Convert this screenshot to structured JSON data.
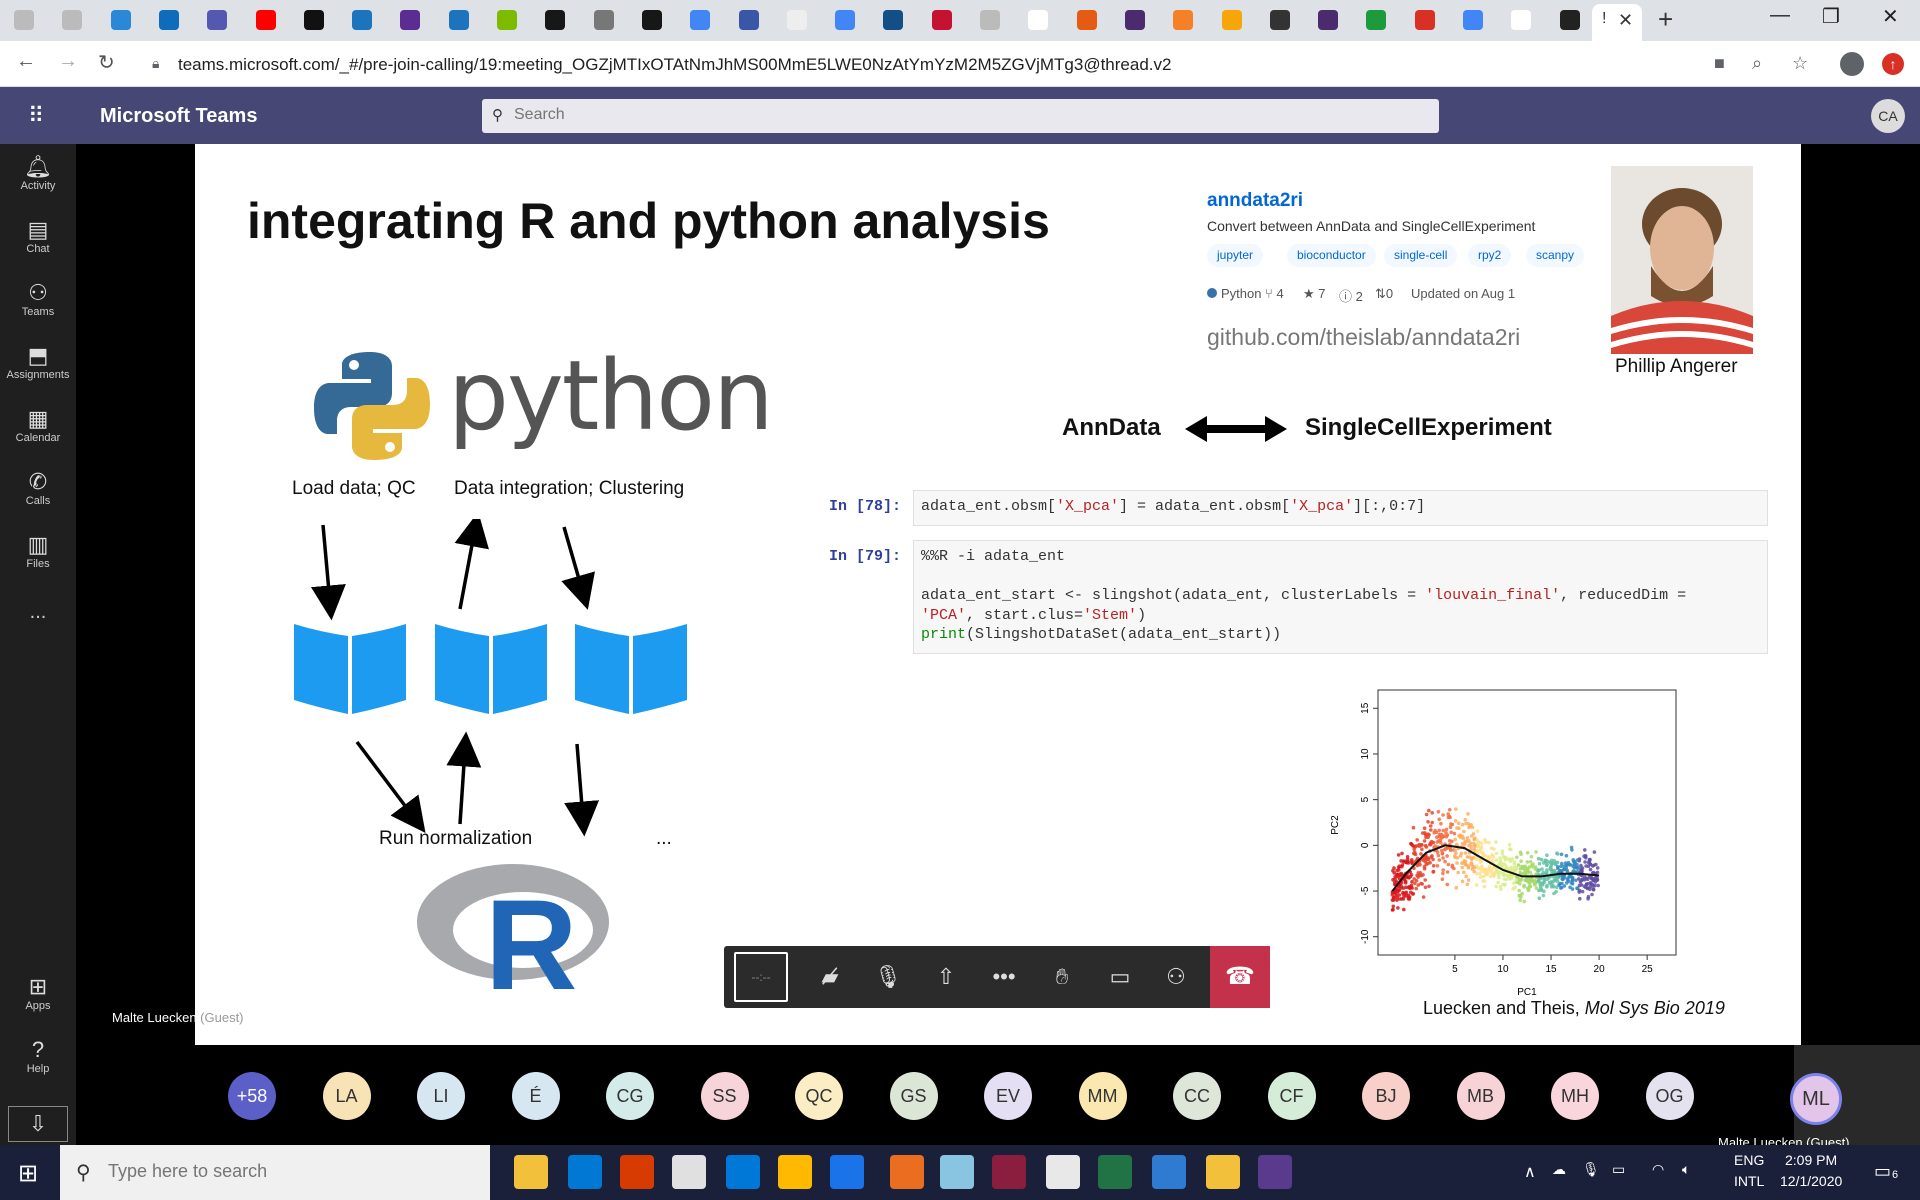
{
  "browser": {
    "url": "teams.microsoft.com/_#/pre-join-calling/19:meeting_OGZjMTIxOTAtNmJhMS00MmE5LWE0NzAtYmYzM2M5ZGVjMTg3@thread.v2",
    "active_tab_label": "!",
    "new_tab_icon": "+",
    "tab_colors": [
      "#bbbbbb",
      "#bbbbbb",
      "#2b88d8",
      "#0f6cbd",
      "#5558af",
      "#ff0000",
      "#111111",
      "#1c75bc",
      "#5c2d91",
      "#1c75bc",
      "#7cbb00",
      "#181717",
      "#777777",
      "#181717",
      "#4285f4",
      "#3956a7",
      "#eeeeee",
      "#4285f4",
      "#134e86",
      "#c41230",
      "#bbbbbb",
      "#ffffff",
      "#e55b13",
      "#4b2a6e",
      "#f58025",
      "#f7a60a",
      "#333333",
      "#4b2a6e",
      "#1d9a3b",
      "#d93025",
      "#4285f4",
      "#ffffff",
      "#222222"
    ]
  },
  "teams": {
    "app_title": "Microsoft Teams",
    "search_placeholder": "Search",
    "user_initials": "CA",
    "rail": [
      {
        "label": "Activity",
        "icon": "bell-icon"
      },
      {
        "label": "Chat",
        "icon": "chat-icon"
      },
      {
        "label": "Teams",
        "icon": "teams-icon"
      },
      {
        "label": "Assignments",
        "icon": "assignments-icon"
      },
      {
        "label": "Calendar",
        "icon": "calendar-icon"
      },
      {
        "label": "Calls",
        "icon": "phone-icon"
      },
      {
        "label": "Files",
        "icon": "file-icon"
      },
      {
        "label": "...",
        "icon": "more-icon"
      }
    ],
    "rail_bottom": [
      {
        "label": "Apps",
        "icon": "apps-icon"
      },
      {
        "label": "Help",
        "icon": "help-icon"
      }
    ]
  },
  "slide": {
    "title": "integrating R and python analysis",
    "python_word": "python",
    "label_load": "Load data; QC",
    "label_integration": "Data integration; Clustering",
    "label_norm": "Run normalization",
    "label_dots": "...",
    "r_letter": "R",
    "github": {
      "name": "anndata2ri",
      "desc": "Convert between AnnData and SingleCellExperiment",
      "topics": [
        "jupyter",
        "bioconductor",
        "single-cell",
        "rpy2",
        "scanpy"
      ],
      "lang": "Python",
      "forks": "4",
      "stars": "7",
      "issues": "2",
      "prs": "0",
      "updated": "Updated on Aug 1",
      "url": "github.com/theislab/anndata2ri"
    },
    "photo_name": "Phillip Angerer",
    "anndata": "AnnData",
    "sce": "SingleCellExperiment",
    "cell1_prompt": "In [78]:",
    "cell2_prompt": "In [79]:",
    "cell1_code_a": "adata_ent.obsm[",
    "cell1_str_a": "'X_pca'",
    "cell1_code_b": "] = adata_ent.obsm[",
    "cell1_str_b": "'X_pca'",
    "cell1_code_c": "][:,0:7]",
    "cell2_line1": "%%R -i adata_ent",
    "cell2_line2a": "adata_ent_start <- slingshot(adata_ent, clusterLabels = ",
    "cell2_str1": "'louvain_final'",
    "cell2_line2b": ", reducedDim =",
    "cell2_str2": "'PCA'",
    "cell2_line3a": ", start.clus=",
    "cell2_str3": "'Stem'",
    "cell2_line3b": ")",
    "cell2_kw": "print",
    "cell2_line4": "(SlingshotDataSet(adata_ent_start))",
    "citation_plain": "Luecken and Theis, ",
    "citation_italic": "Mol Sys Bio 2019"
  },
  "chart_data": {
    "type": "scatter",
    "title": "",
    "xlabel": "PC1",
    "ylabel": "PC2",
    "xlim": [
      -3,
      28
    ],
    "ylim": [
      -12,
      17
    ],
    "xticks": [
      "5",
      "10",
      "15",
      "20",
      "25"
    ],
    "yticks": [
      "15",
      "10",
      "5",
      "0",
      "-5",
      "-10"
    ],
    "curve": [
      [
        -1.5,
        -5
      ],
      [
        0,
        -3
      ],
      [
        2,
        -0.8
      ],
      [
        4,
        0
      ],
      [
        6,
        -0.3
      ],
      [
        8,
        -1.5
      ],
      [
        10,
        -2.7
      ],
      [
        12,
        -3.4
      ],
      [
        14,
        -3.4
      ],
      [
        16,
        -3.1
      ],
      [
        18,
        -3.1
      ],
      [
        20,
        -3.3
      ]
    ]
  },
  "call": {
    "presenter_caption": "Malte Luecken",
    "presenter_suffix": " (Guest)",
    "timer": "--:--",
    "controls": [
      "camera-off-icon",
      "mic-off-icon",
      "share-icon",
      "more-icon",
      "raise-hand-icon",
      "chat-icon",
      "people-icon"
    ]
  },
  "participants": [
    {
      "initials": "+58",
      "color": "#5b5fc7",
      "text": "#ffffff"
    },
    {
      "initials": "LA",
      "color": "#f7e3b5",
      "text": "#333333"
    },
    {
      "initials": "LI",
      "color": "#d6e7f2",
      "text": "#333333"
    },
    {
      "initials": "É",
      "color": "#d6e7f2",
      "text": "#333333"
    },
    {
      "initials": "CG",
      "color": "#d3ecea",
      "text": "#333333"
    },
    {
      "initials": "SS",
      "color": "#f6d4d9",
      "text": "#333333"
    },
    {
      "initials": "QC",
      "color": "#fbedc4",
      "text": "#333333"
    },
    {
      "initials": "GS",
      "color": "#dce6d6",
      "text": "#333333"
    },
    {
      "initials": "EV",
      "color": "#e4dff3",
      "text": "#333333"
    },
    {
      "initials": "MM",
      "color": "#fbe7b0",
      "text": "#333333"
    },
    {
      "initials": "CC",
      "color": "#dde6d9",
      "text": "#333333"
    },
    {
      "initials": "CF",
      "color": "#d4ecd8",
      "text": "#333333"
    },
    {
      "initials": "BJ",
      "color": "#f8cfc9",
      "text": "#333333"
    },
    {
      "initials": "MB",
      "color": "#f7d3d8",
      "text": "#333333"
    },
    {
      "initials": "MH",
      "color": "#f9d5dc",
      "text": "#333333"
    },
    {
      "initials": "OG",
      "color": "#e4e2ef",
      "text": "#333333"
    }
  ],
  "me": {
    "initials": "ML",
    "name": "Malte Luecken (Guest)"
  },
  "taskbar": {
    "search_placeholder": "Type here to search",
    "lang1": "ENG",
    "lang2": "INTL",
    "time": "2:09 PM",
    "date": "12/1/2020",
    "notif": "6",
    "app_colors": [
      "#f3c03b",
      "#0078d4",
      "#d83b01",
      "#e0e0e0",
      "#0078d7",
      "#ffb900",
      "#1a73e8",
      "#eb6d1f",
      "#89c4e1",
      "#8b1e3f",
      "#e8e8e8",
      "#217346",
      "#2f7bd1",
      "#f3c03b",
      "#5a3a8c"
    ]
  }
}
